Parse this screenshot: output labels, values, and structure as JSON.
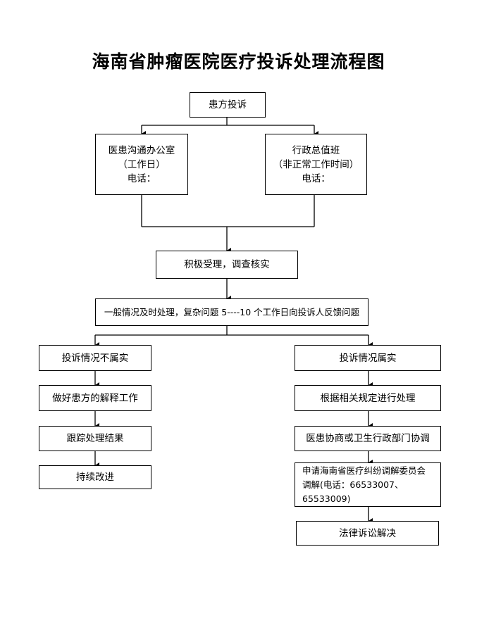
{
  "title": "海南省肿瘤医院医疗投诉处理流程图",
  "nodes": {
    "complaint": "患方投诉",
    "comm_office": {
      "line1": "医患沟通办公室",
      "line2": "（工作日）",
      "line3": "电话："
    },
    "admin_duty": {
      "line1": "行政总值班",
      "line2": "（非正常工作时间）",
      "line3": "电话："
    },
    "accept": "积极受理，调查核实",
    "feedback": "一般情况及时处理，复杂问题 5----10 个工作日向投诉人反馈问题",
    "not_true": "投诉情况不属实",
    "explain": "做好患方的解释工作",
    "track": "跟踪处理结果",
    "improve": "持续改进",
    "true_case": "投诉情况属实",
    "handle": "根据相关规定进行处理",
    "negotiate": "医患协商或卫生行政部门协调",
    "mediation": {
      "line1": "申请海南省医疗纠纷调解委员会",
      "line2": "调解(电话：66533007、65533009)"
    },
    "lawsuit": "法律诉讼解决"
  },
  "colors": {
    "line": "#000000",
    "box_border": "#000000",
    "background": "#ffffff"
  }
}
